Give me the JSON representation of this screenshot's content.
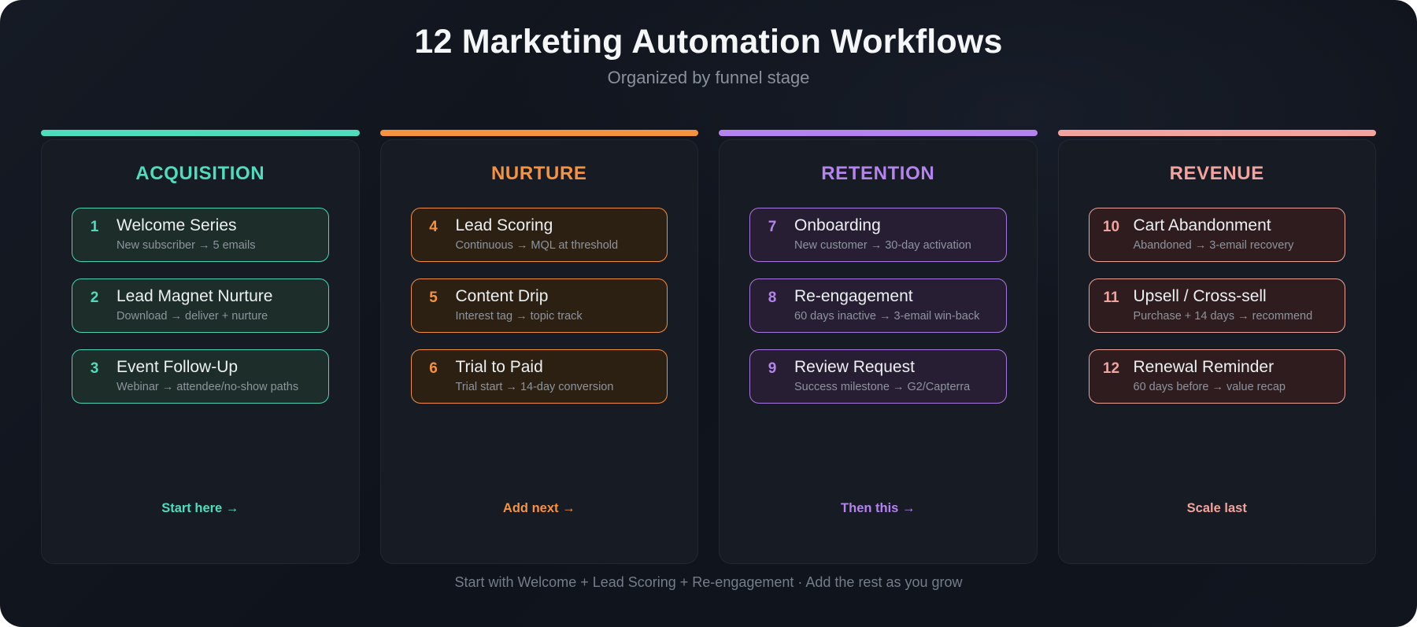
{
  "header": {
    "title": "12 Marketing Automation Workflows",
    "subtitle": "Organized by funnel stage"
  },
  "columns": [
    {
      "label": "ACQUISITION",
      "footer_label": "Start here →",
      "colors": {
        "accent": "#4fdcbc",
        "card_bg": "#1d2d29",
        "card_border": "#4fd1b5"
      },
      "items": [
        {
          "number": "1",
          "title": "Welcome Series",
          "subtitle": "New subscriber → 5 emails"
        },
        {
          "number": "2",
          "title": "Lead Magnet Nurture",
          "subtitle": "Download → deliver + nurture"
        },
        {
          "number": "3",
          "title": "Event Follow-Up",
          "subtitle": "Webinar → attendee/no-show paths"
        }
      ]
    },
    {
      "label": "NURTURE",
      "footer_label": "Add next →",
      "colors": {
        "accent": "#f5923f",
        "card_bg": "#2c2013",
        "card_border": "#ef8f3d"
      },
      "items": [
        {
          "number": "4",
          "title": "Lead Scoring",
          "subtitle": "Continuous → MQL at threshold"
        },
        {
          "number": "5",
          "title": "Content Drip",
          "subtitle": "Interest tag → topic track"
        },
        {
          "number": "6",
          "title": "Trial to Paid",
          "subtitle": "Trial start → 14-day conversion"
        }
      ]
    },
    {
      "label": "RETENTION",
      "footer_label": "Then this →",
      "colors": {
        "accent": "#b583ee",
        "card_bg": "#271e34",
        "card_border": "#a678e0"
      },
      "items": [
        {
          "number": "7",
          "title": "Onboarding",
          "subtitle": "New customer → 30-day activation"
        },
        {
          "number": "8",
          "title": "Re-engagement",
          "subtitle": "60 days inactive → 3-email win-back"
        },
        {
          "number": "9",
          "title": "Review Request",
          "subtitle": "Success milestone → G2/Capterra"
        }
      ]
    },
    {
      "label": "REVENUE",
      "footer_label": "Scale last",
      "colors": {
        "accent": "#f2a39d",
        "card_bg": "#2e1c1e",
        "card_border": "#eda29b"
      },
      "items": [
        {
          "number": "10",
          "title": "Cart Abandonment",
          "subtitle": "Abandoned → 3-email recovery"
        },
        {
          "number": "11",
          "title": "Upsell / Cross-sell",
          "subtitle": "Purchase + 14 days → recommend"
        },
        {
          "number": "12",
          "title": "Renewal Reminder",
          "subtitle": "60 days before → value recap"
        }
      ]
    }
  ],
  "footer_note": "Start with Welcome + Lead Scoring + Re-engagement · Add the rest as you grow"
}
